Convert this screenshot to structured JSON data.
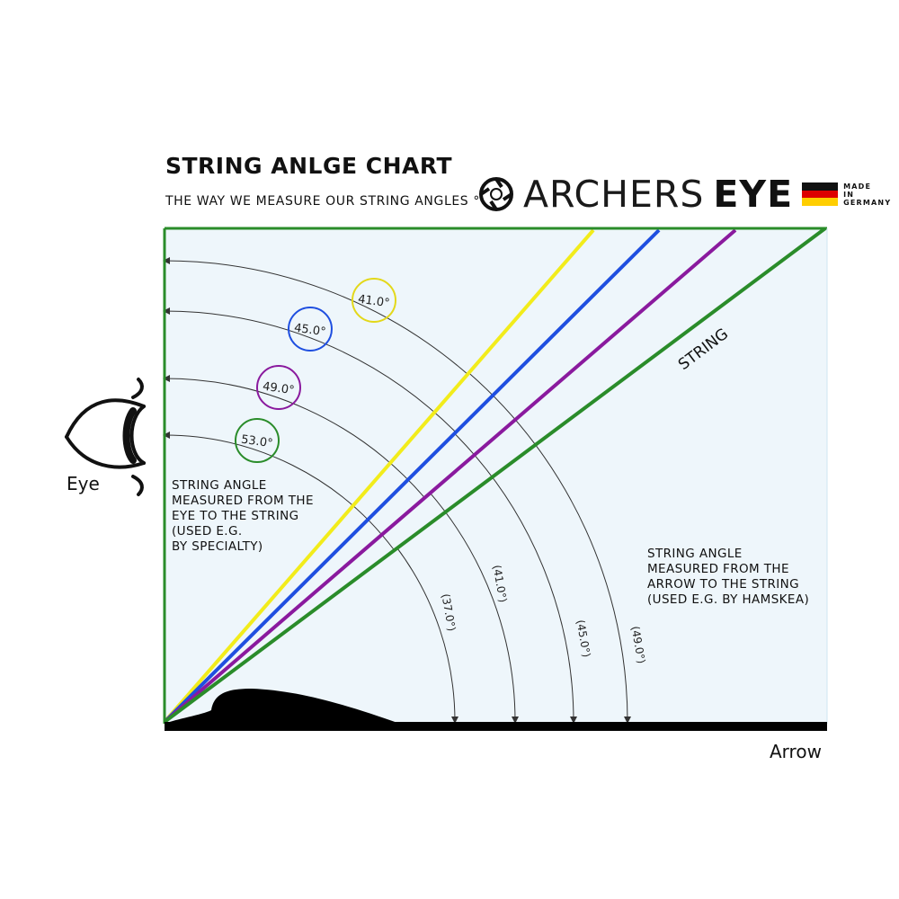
{
  "header": {
    "title": "STRING ANLGE CHART",
    "subtitle": "THE WAY WE MEASURE OUR STRING ANGLES °"
  },
  "brand": {
    "name_thin": "ARCHERS",
    "name_bold": "EYE",
    "made_lines": [
      "MADE",
      "IN",
      "GERMANY"
    ],
    "flag_colors": [
      "#111111",
      "#dd0000",
      "#ffce00"
    ],
    "logo_icon": "aperture-icon"
  },
  "diagram": {
    "background": "#eef6fb",
    "string_label": "STRING",
    "eye_label": "Eye",
    "arrow_label": "Arrow",
    "eye_note": "STRING ANGLE\nMEASURED FROM THE\nEYE TO THE STRING\n(USED E.G.\nBY SPECIALTY)",
    "arrow_note": "STRING ANGLE\nMEASURED FROM THE\nARROW TO THE STRING\n(USED E.G. BY HAMSKEA)",
    "lines": [
      {
        "color": "#f2ec1b",
        "eye_angle": "41.0°",
        "arrow_angle": "(49.0°)",
        "from_arrow_deg": 49
      },
      {
        "color": "#1f4fe0",
        "eye_angle": "45.0°",
        "arrow_angle": "(45.0°)",
        "from_arrow_deg": 45
      },
      {
        "color": "#8a1a9e",
        "eye_angle": "49.0°",
        "arrow_angle": "(41.0°)",
        "from_arrow_deg": 41
      },
      {
        "color": "#2a8c2a",
        "eye_angle": "53.0°",
        "arrow_angle": "(37.0°)",
        "from_arrow_deg": 37
      }
    ],
    "frame_color": "#2a8c2a",
    "arrow_color": "#000000",
    "eye_icon": "eye-icon"
  }
}
